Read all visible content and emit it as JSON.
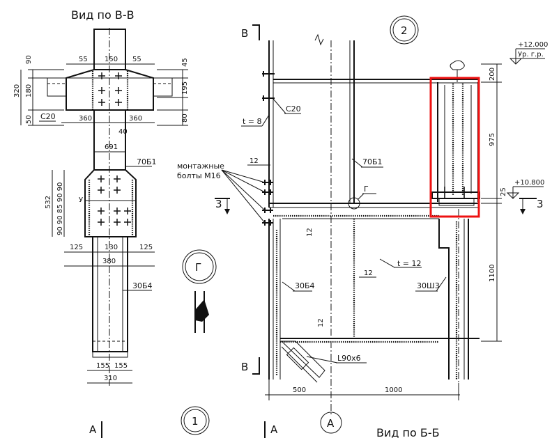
{
  "views": {
    "view_bb_title": "Вид по В-В",
    "view_bb2_title": "Вид по Б-Б",
    "section_a_left": "А",
    "section_a_right": "А",
    "section_v_top": "В",
    "section_v_bottom": "В",
    "section_3_left": "3",
    "section_3_right": "3"
  },
  "circles": {
    "node_1": "1",
    "node_2": "2",
    "node_g": "Г",
    "axis_a": "А"
  },
  "left_view": {
    "dims": {
      "d90": "90",
      "d320": "320",
      "d180": "180",
      "d50": "50",
      "d55a": "55",
      "d150": "150",
      "d55b": "55",
      "d45": "45",
      "d195": "195",
      "d80": "80",
      "d360a": "360",
      "d360b": "360",
      "d40": "40",
      "d691": "691",
      "d532": "532",
      "d125a": "125",
      "d130": "130",
      "d125b": "125",
      "d380": "380",
      "d155a": "155",
      "d155b": "155",
      "d310": "310",
      "stack": "90 90 85 90 90"
    },
    "labels": {
      "c20": "С20",
      "b70": "70Б1",
      "b30": "30Б4",
      "y_mark": "У"
    }
  },
  "right_view": {
    "labels": {
      "c20": "С20",
      "t8": "t = 8",
      "b70": "70Б1",
      "bolts_line1": "монтажные",
      "bolts_line2": "болты М16",
      "g_label": "Г",
      "b30": "30Б4",
      "t12": "t = 12",
      "sh30": "30Ш3",
      "angle": "L90х6",
      "w12a": "12",
      "w12b": "12",
      "w12c": "12",
      "w12d": "12"
    },
    "dims": {
      "d200": "200",
      "d975": "975",
      "d25": "25",
      "d1100": "1100",
      "d500": "500",
      "d1000": "1000"
    },
    "elevations": {
      "top": "+12.000",
      "top_sub": "Ур. г.р.",
      "mid": "+10.800"
    }
  },
  "highlight_color": "#e11d1d"
}
